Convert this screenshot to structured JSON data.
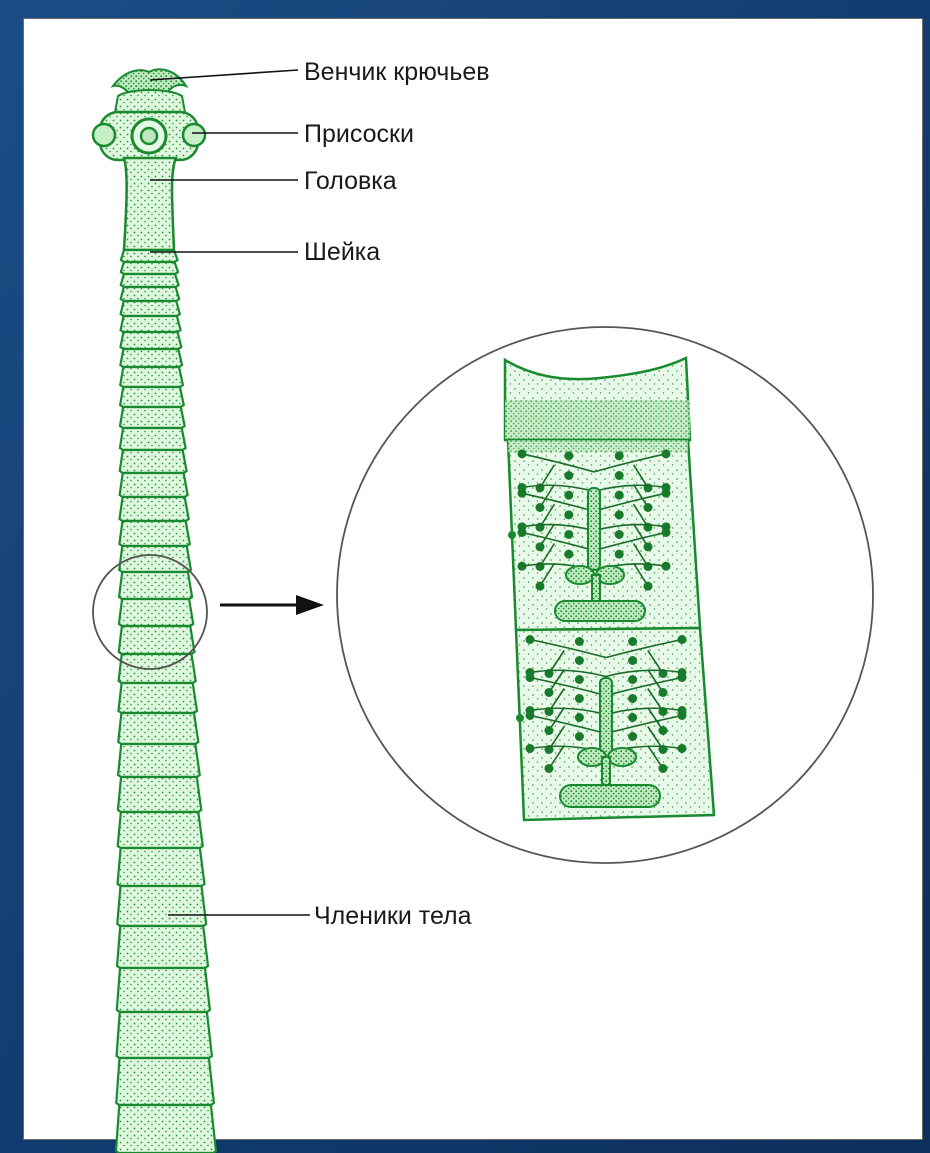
{
  "labels": {
    "crown_of_hooks": "Венчик крючьев",
    "suckers": "Присоски",
    "head": "Головка",
    "neck": "Шейка",
    "body_segments": "Членики тела"
  },
  "colors": {
    "background_blue": "#123c70",
    "panel": "#ffffff",
    "worm_green": "#1fa33a",
    "worm_fill": "#c6efc6",
    "line": "#111111"
  }
}
